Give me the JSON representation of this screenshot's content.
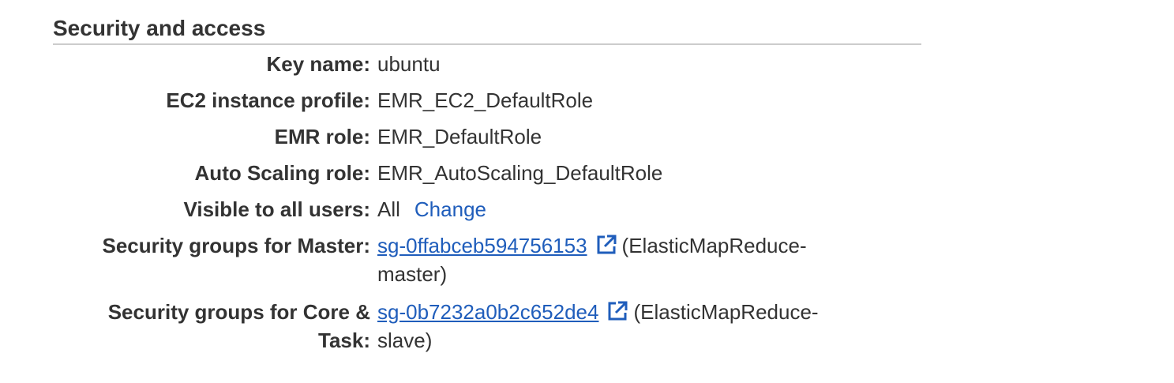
{
  "section": {
    "title": "Security and access"
  },
  "rows": {
    "key_name": {
      "label": "Key name:",
      "value": "ubuntu"
    },
    "ec2_profile": {
      "label": "EC2 instance profile:",
      "value": "EMR_EC2_DefaultRole"
    },
    "emr_role": {
      "label": "EMR role:",
      "value": "EMR_DefaultRole"
    },
    "autoscaling_role": {
      "label": "Auto Scaling role:",
      "value": "EMR_AutoScaling_DefaultRole"
    },
    "visible": {
      "label": "Visible to all users:",
      "value": "All",
      "action": "Change"
    },
    "sg_master": {
      "label": "Security groups for Master:",
      "link": "sg-0ffabceb594756153",
      "suffix_1": "(ElasticMapReduce-",
      "suffix_2": "master)"
    },
    "sg_core": {
      "label_1": "Security groups for Core &",
      "label_2": "Task:",
      "link": "sg-0b7232a0b2c652de4",
      "suffix_1": "(ElasticMapReduce-",
      "suffix_2": "slave)"
    }
  },
  "icons": {
    "external_link": "external-link-icon"
  },
  "colors": {
    "link": "#1f5dbb",
    "text": "#333333",
    "divider": "#cccccc"
  }
}
